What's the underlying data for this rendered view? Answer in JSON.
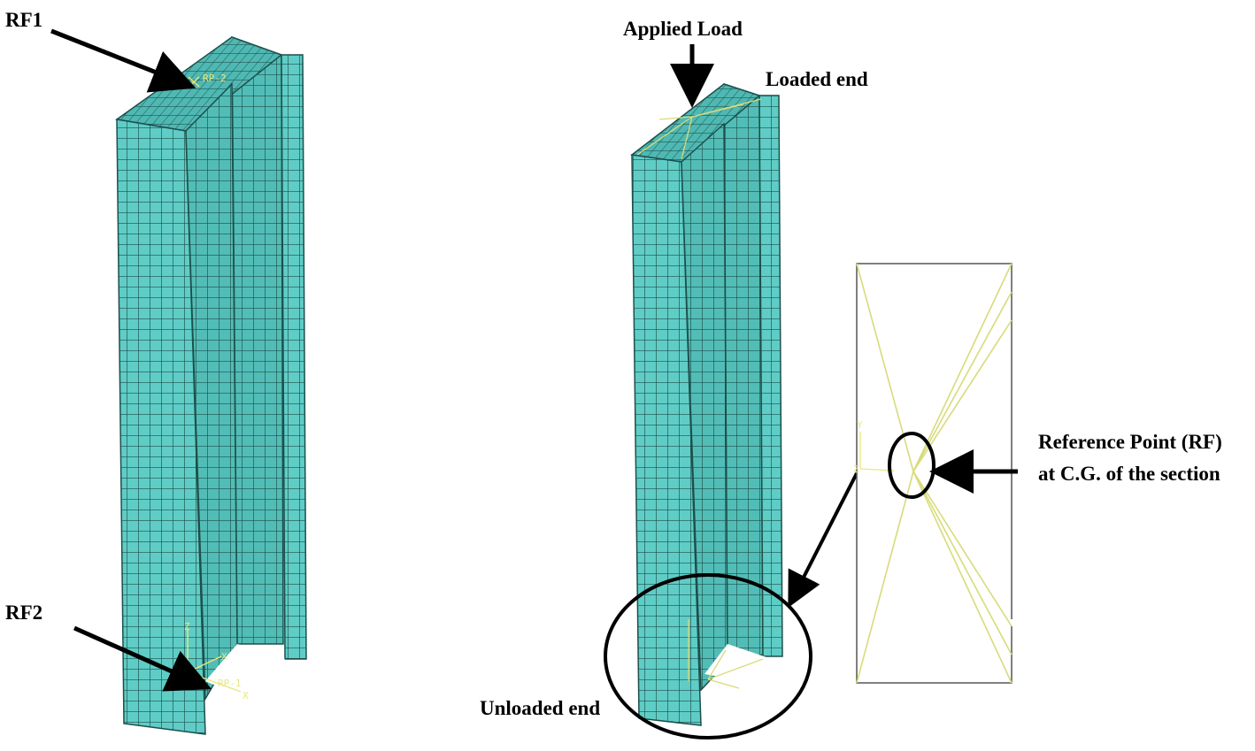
{
  "left_model": {
    "rf1_label": "RF1",
    "rf2_label": "RF2",
    "rp_top_tag": "RP-2",
    "rp_bottom_tag": "RP-1",
    "axis_y": "Z",
    "axis_x1": "X",
    "axis_x2": "X"
  },
  "right_model": {
    "applied_load_label": "Applied Load",
    "loaded_end_label": "Loaded end",
    "unloaded_end_label": "Unloaded end"
  },
  "detail": {
    "reference_point_line1": "Reference Point (RF)",
    "reference_point_line2": "at C.G. of the section",
    "axis_y": "Y",
    "axis_z": "Z"
  },
  "colors": {
    "mesh_fill": "#5fcdc6",
    "mesh_fill_dark": "#4fb8b2",
    "mesh_line": "#1d4f4c",
    "ref_lines": "#d8db7a",
    "arrow": "#000000"
  }
}
